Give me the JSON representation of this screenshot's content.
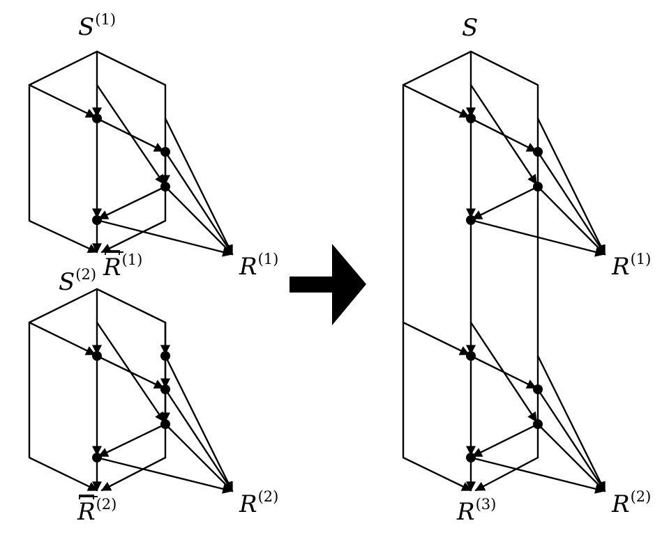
{
  "left_top": {
    "source_base": "S",
    "source_sup": "(1)",
    "sink_hat_base": "R",
    "sink_hat_sup": "(1)",
    "sink_base": "R",
    "sink_sup": "(1)"
  },
  "left_bottom": {
    "source_base": "S",
    "source_sup": "(2)",
    "sink_hat_base": "R",
    "sink_hat_sup": "(2)",
    "sink_base": "R",
    "sink_sup": "(2)"
  },
  "right": {
    "source_base": "S",
    "sink1_base": "R",
    "sink1_sup": "(1)",
    "sink2_base": "R",
    "sink2_sup": "(2)",
    "sink3_base": "R",
    "sink3_sup": "(3)"
  }
}
